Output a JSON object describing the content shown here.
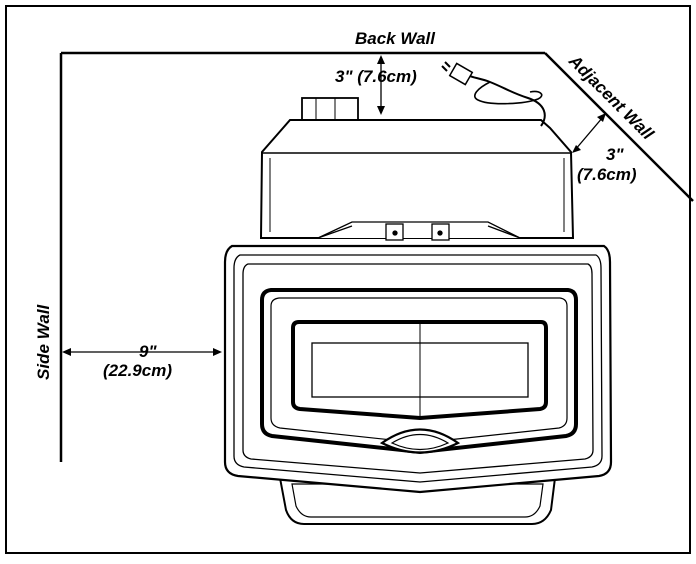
{
  "diagram": {
    "walls": {
      "back": "Back Wall",
      "adjacent": "Adjacent Wall",
      "side": "Side Wall"
    },
    "clearances": {
      "back": "3\" (7.6cm)",
      "adjacent_inches": "3\"",
      "adjacent_cm": "(7.6cm)",
      "side_inches": "9\"",
      "side_cm": "(22.9cm)"
    }
  }
}
